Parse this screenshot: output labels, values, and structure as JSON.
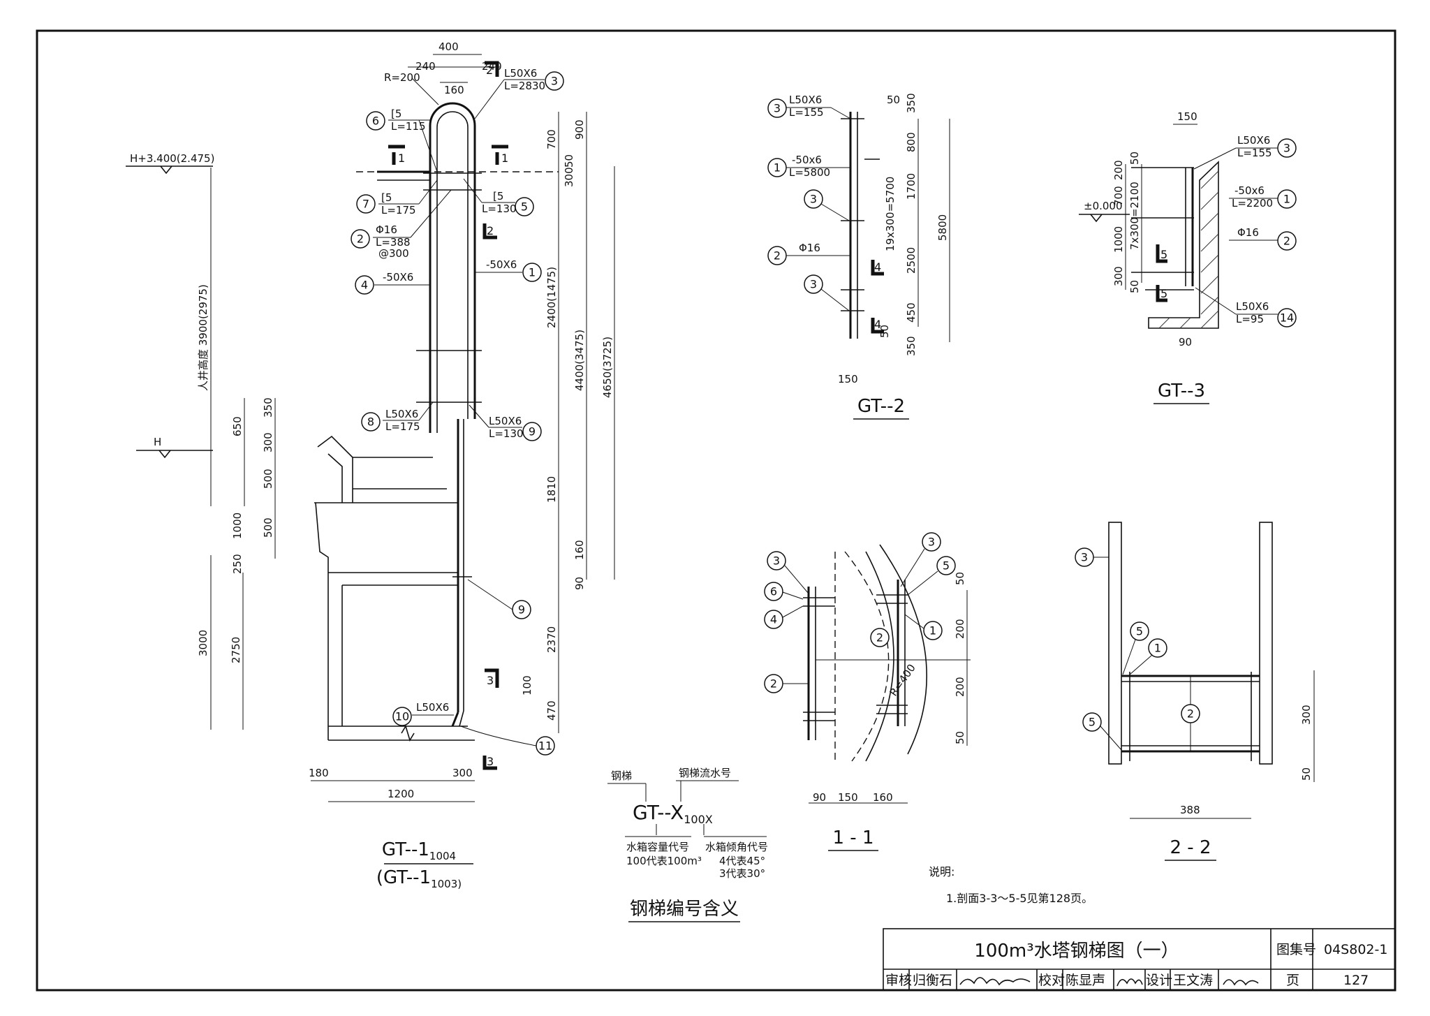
{
  "title_block": {
    "drawing_title": "100m³水塔钢梯图（一）",
    "atlas_label": "图集号",
    "atlas_no": "04S802-1",
    "review_label": "审核",
    "reviewer": "归衡石",
    "check_label": "校对",
    "checker": "陈显声",
    "design_label": "设计",
    "designer": "王文涛",
    "page_label": "页",
    "page_no": "127"
  },
  "notes": {
    "heading": "说明:",
    "items": [
      "1.剖面3-3～5-5见第128页。"
    ]
  },
  "views": {
    "gt1": {
      "caption_main": "GT--1",
      "caption_main_sub": "1004",
      "caption_alt": "(GT--1",
      "caption_alt_sub": "1003)",
      "level_top": "H+3.400(2.475)",
      "level_h": "H",
      "manhole_height": "人井高度 3900(2975)",
      "top_dims": [
        "400",
        "240",
        "240",
        "160",
        "R=200"
      ],
      "right_dims": [
        "900",
        "700",
        "50",
        "300",
        "2400(1475)",
        "4400(3475)",
        "4650(3725)",
        "1810",
        "160",
        "90",
        "2370",
        "100",
        "470"
      ],
      "left_dims": [
        "650",
        "350",
        "300",
        "500",
        "1000",
        "500",
        "250",
        "3000",
        "2750"
      ],
      "bottom_dims": [
        "180",
        "1200",
        "300"
      ],
      "section_marks": [
        "1",
        "1",
        "2",
        "2",
        "3",
        "3"
      ],
      "callouts": [
        {
          "no": "3",
          "text1": "L50X6",
          "text2": "L=2830"
        },
        {
          "no": "6",
          "text1": "[5",
          "text2": "L=115"
        },
        {
          "no": "7",
          "text1": "[5",
          "text2": "L=175"
        },
        {
          "no": "5",
          "text1": "[5",
          "text2": "L=130"
        },
        {
          "no": "2",
          "text1": "Φ16",
          "text2": "L=388",
          "text3": "@300"
        },
        {
          "no": "4",
          "text1": "-50X6"
        },
        {
          "no": "1",
          "text1": "-50X6"
        },
        {
          "no": "8",
          "text1": "L50X6",
          "text2": "L=175"
        },
        {
          "no": "9",
          "text1": "L50X6",
          "text2": "L=130"
        },
        {
          "no": "9",
          "text1": ""
        },
        {
          "no": "10",
          "text1": "L50X6"
        },
        {
          "no": "11",
          "text1": ""
        }
      ]
    },
    "gt2": {
      "caption": "GT--2",
      "dims": [
        "50",
        "350",
        "800",
        "1700",
        "19x300=5700",
        "5800",
        "2500",
        "450",
        "50",
        "350",
        "150"
      ],
      "callouts": [
        {
          "no": "3",
          "text1": "L50X6",
          "text2": "L=155"
        },
        {
          "no": "1",
          "text1": "-50x6",
          "text2": "L=5800"
        },
        {
          "no": "3",
          "text1": ""
        },
        {
          "no": "2",
          "text1": "Φ16"
        },
        {
          "no": "3",
          "text1": ""
        }
      ],
      "section_marks": [
        "4",
        "4"
      ]
    },
    "gt3": {
      "caption": "GT--3",
      "level": "±0.000",
      "dims": [
        "150",
        "200",
        "50",
        "700",
        "7x300=2100",
        "1000",
        "300",
        "50",
        "90"
      ],
      "callouts": [
        {
          "no": "3",
          "text1": "L50X6",
          "text2": "L=155"
        },
        {
          "no": "1",
          "text1": "-50x6",
          "text2": "L=2200"
        },
        {
          "no": "2",
          "text1": "Φ16"
        },
        {
          "no": "14",
          "text1": "L50X6",
          "text2": "L=95"
        }
      ],
      "section_marks": [
        "5",
        "5"
      ]
    },
    "sec11": {
      "caption": "1 - 1",
      "dims": [
        "90",
        "150",
        "160",
        "50",
        "200",
        "200",
        "50",
        "R=400"
      ],
      "callouts": [
        "3",
        "6",
        "4",
        "2",
        "3",
        "5",
        "1",
        "2"
      ]
    },
    "sec22": {
      "caption": "2 - 2",
      "dims": [
        "388",
        "300",
        "50"
      ],
      "callouts": [
        "3",
        "5",
        "1",
        "2",
        "5"
      ]
    },
    "legend": {
      "caption": "钢梯编号含义",
      "code": "GT--X",
      "code_sub": "100X",
      "top_left": "钢梯",
      "top_right": "钢梯流水号",
      "bottom_left1": "水箱容量代号",
      "bottom_left2": "100代表100m³",
      "bottom_right1": "水箱倾角代号",
      "bottom_right2": "4代表45°",
      "bottom_right3": "3代表30°"
    }
  }
}
